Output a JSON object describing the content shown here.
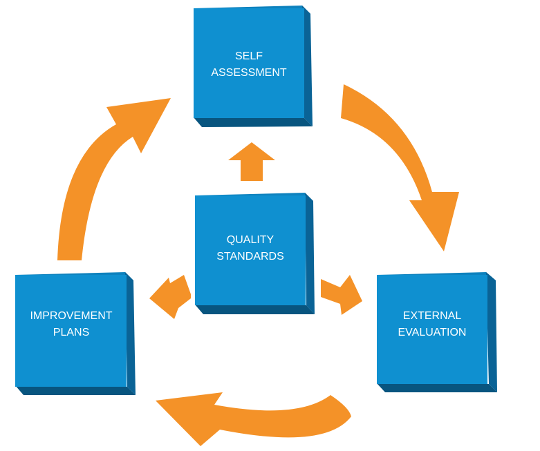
{
  "colors": {
    "box_face": "#0F90D0",
    "box_top": "#0E82BE",
    "box_side": "#0A6396",
    "box_bottom": "#08557F",
    "arrow": "#F49228",
    "label": "#FFFFFF"
  },
  "boxes": {
    "self_assessment": {
      "line1": "SELF",
      "line2": "ASSESSMENT"
    },
    "quality_standards": {
      "line1": "QUALITY",
      "line2": "STANDARDS"
    },
    "improvement_plans": {
      "line1": "IMPROVEMENT",
      "line2": "PLANS"
    },
    "external_evaluation": {
      "line1": "EXTERNAL",
      "line2": "EVALUATION"
    }
  }
}
